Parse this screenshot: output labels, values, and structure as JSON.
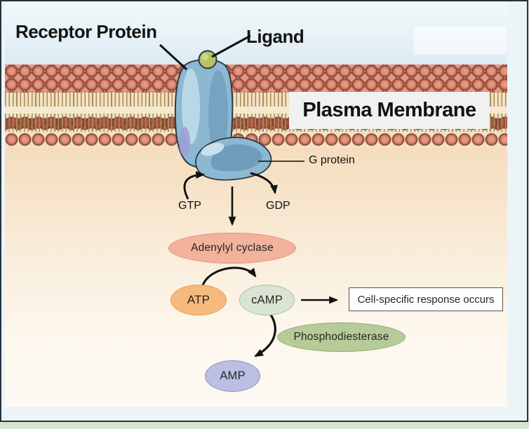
{
  "figure": {
    "type": "signal-transduction-pathway-diagram",
    "membrane_labels": {
      "receptor_protein": "Receptor Protein",
      "ligand": "Ligand",
      "plasma_membrane": "Plasma Membrane",
      "g_protein": "G protein"
    },
    "molecules": {
      "gtp": "GTP",
      "gdp": "GDP"
    },
    "nodes": {
      "adenylyl_cyclase": {
        "label": "Adenylyl cyclase",
        "fill": "#f2b29b",
        "border": "#e59079"
      },
      "atp": {
        "label": "ATP",
        "fill": "#f5ba7d",
        "border": "#e79a57"
      },
      "camp": {
        "label": "cAMP",
        "fill": "#d9e5d2",
        "border": "#a6c39e"
      },
      "response_box": {
        "label": "Cell-specific response occurs",
        "fill": "#ffffff",
        "border": "#555555"
      },
      "phosphodiesterase": {
        "label": "Phosphodiesterase",
        "fill": "#b6cb98",
        "border": "#91ab6e"
      },
      "amp": {
        "label": "AMP",
        "fill": "#babfe3",
        "border": "#9a89c3"
      }
    },
    "colors": {
      "extracellular_top": "#f3f9fb",
      "extracellular_bottom": "#d5e6ef",
      "cytoplasm_top": "#f5dcbe",
      "cytoplasm_bottom": "#fdf9f2",
      "lipid_head": "#cb7560",
      "lipid_head_outline": "#803d2d",
      "lipid_tail": "#a98c55",
      "tail_base": "#f2e2c4",
      "receptor_fill": "#8cb8d2",
      "receptor_shade": "#6f9cba",
      "receptor_highlight": "#b9d8e7",
      "receptor_accent": "#9b9ed8",
      "ligand_fill": "#b7c266",
      "frame_border": "#26323e",
      "frame_background": "#ecf4f7",
      "page_background": "#d9e5cf",
      "arrow": "#111111"
    }
  }
}
